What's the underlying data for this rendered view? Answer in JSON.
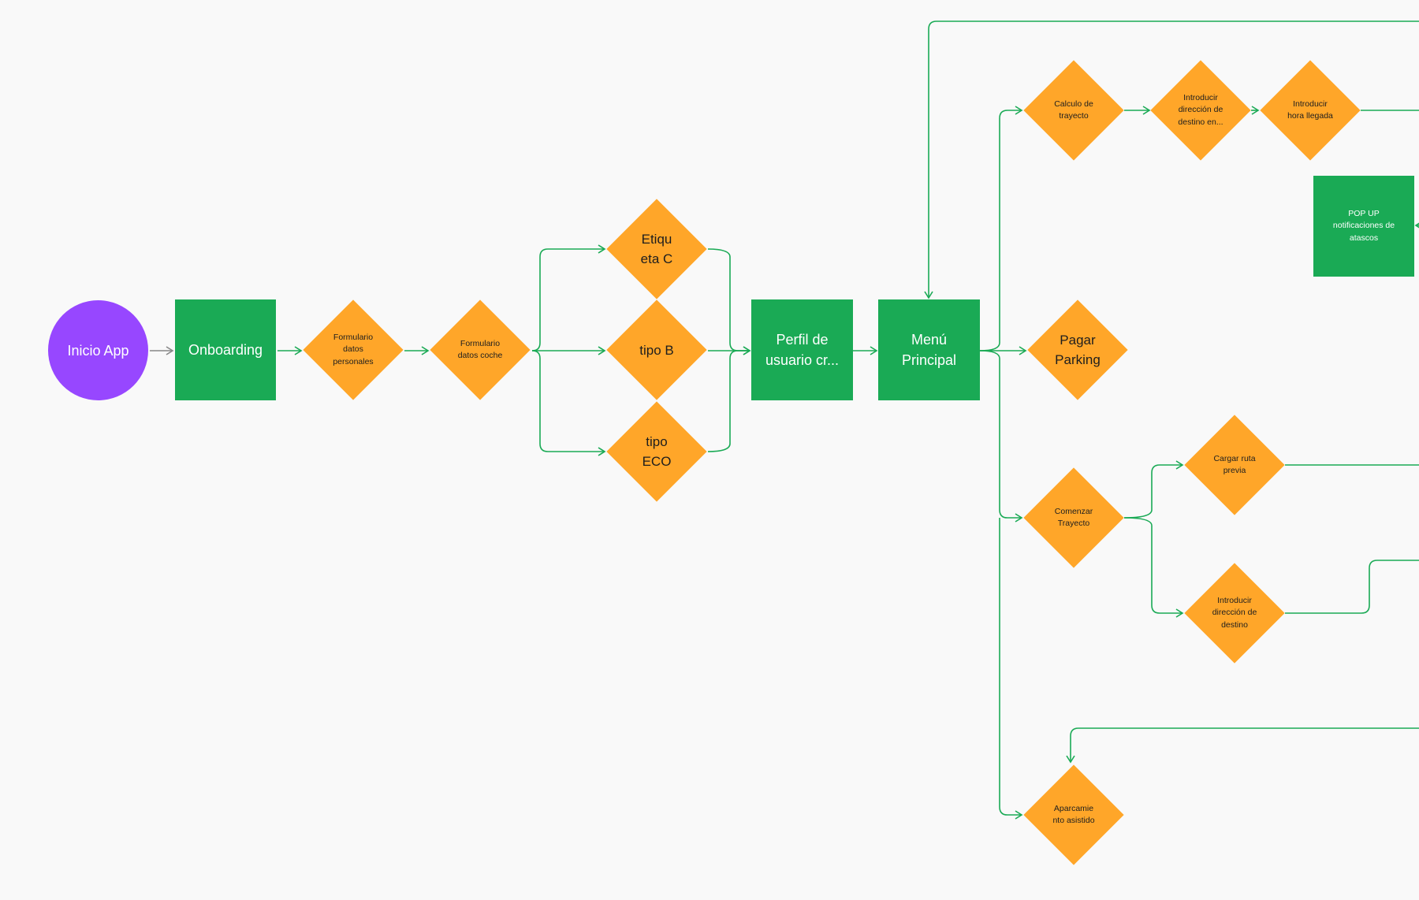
{
  "nodes": {
    "inicio_app": "Inicio App",
    "onboarding": "Onboarding",
    "formulario_personales": "Formulario\ndatos\npersonales",
    "formulario_coche": "Formulario\ndatos coche",
    "etiqueta_c": "Etiqu\neta C",
    "tipo_b": "tipo B",
    "tipo_eco": "tipo\nECO",
    "perfil_usuario": "Perfil de\nusuario cr...",
    "menu_principal": "Menú\nPrincipal",
    "calculo_trayecto": "Calculo de\ntrayecto",
    "introducir_direccion_en": "Introducir\ndirección de\ndestino en...",
    "introducir_hora": "Introducir\nhora llegada",
    "popup_atascos": "POP UP\nnotificaciones de\natascos",
    "pagar_parking": "Pagar\nParking",
    "comenzar_trayecto": "Comenzar\nTrayecto",
    "cargar_ruta": "Cargar ruta\nprevia",
    "introducir_direccion": "Introducir\ndirección de\ndestino",
    "aparcamiento": "Aparcamie\nnto asistido"
  },
  "colors": {
    "start": "#9747ff",
    "process": "#1aaa55",
    "decision": "#ffa629",
    "connector": "#1aaa55",
    "start_connector": "#888888",
    "background": "#f9f9f9"
  }
}
